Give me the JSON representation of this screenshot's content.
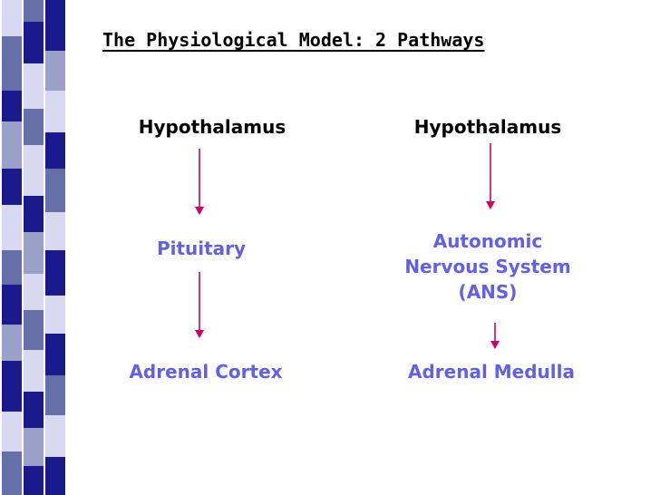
{
  "title": "The Physiological Model: 2 Pathways",
  "left_pathway": {
    "top": "Hypothalamus",
    "middle": "Pituitary",
    "bottom": "Adrenal Cortex"
  },
  "right_pathway": {
    "top": "Hypothalamus",
    "middle_line1": "Autonomic",
    "middle_line2": "Nervous System",
    "middle_line3": "(ANS)",
    "bottom": "Adrenal Medulla"
  },
  "colors": {
    "text_dark": "#000000",
    "text_accent": "#6161e6",
    "arrow": "#cc0066",
    "side_pattern_dark": "#1a1a8c",
    "side_pattern_mid": "#6670a8",
    "side_pattern_light": "#d8d8f0"
  }
}
